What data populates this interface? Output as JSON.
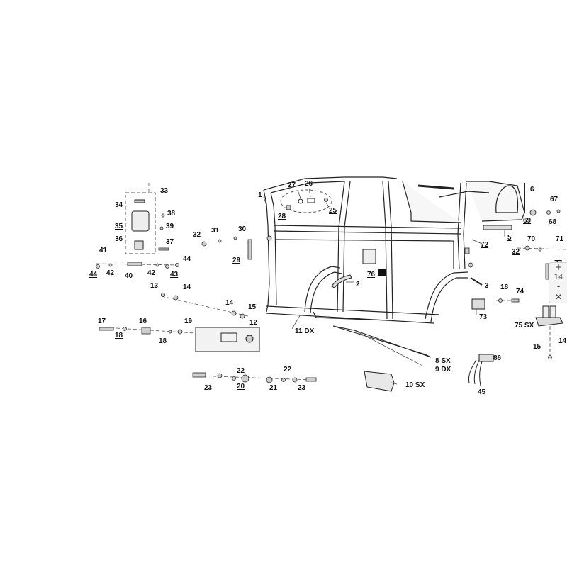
{
  "callouts": [
    {
      "id": "c1",
      "text": "1"
    },
    {
      "id": "c2",
      "text": "2"
    },
    {
      "id": "c3",
      "text": "3"
    },
    {
      "id": "c5",
      "text": "5"
    },
    {
      "id": "c6",
      "text": "6"
    },
    {
      "id": "c8",
      "text": "8 SX"
    },
    {
      "id": "c9",
      "text": "9 DX"
    },
    {
      "id": "c10",
      "text": "10 SX"
    },
    {
      "id": "c11",
      "text": "11 DX"
    },
    {
      "id": "c12",
      "text": "12"
    },
    {
      "id": "c13",
      "text": "13"
    },
    {
      "id": "c14a",
      "text": "14"
    },
    {
      "id": "c14b",
      "text": "14"
    },
    {
      "id": "c14c",
      "text": "14"
    },
    {
      "id": "c15a",
      "text": "15"
    },
    {
      "id": "c15b",
      "text": "15"
    },
    {
      "id": "c16",
      "text": "16"
    },
    {
      "id": "c17",
      "text": "17"
    },
    {
      "id": "c18a",
      "text": "18"
    },
    {
      "id": "c18b",
      "text": "18"
    },
    {
      "id": "c18c",
      "text": "18"
    },
    {
      "id": "c19",
      "text": "19"
    },
    {
      "id": "c20",
      "text": "20"
    },
    {
      "id": "c21",
      "text": "21"
    },
    {
      "id": "c22a",
      "text": "22"
    },
    {
      "id": "c22b",
      "text": "22"
    },
    {
      "id": "c23a",
      "text": "23"
    },
    {
      "id": "c23b",
      "text": "23"
    },
    {
      "id": "c25",
      "text": "25"
    },
    {
      "id": "c26",
      "text": "26"
    },
    {
      "id": "c27",
      "text": "27"
    },
    {
      "id": "c28",
      "text": "28"
    },
    {
      "id": "c29",
      "text": "29"
    },
    {
      "id": "c30",
      "text": "30"
    },
    {
      "id": "c31",
      "text": "31"
    },
    {
      "id": "c32a",
      "text": "32"
    },
    {
      "id": "c32b",
      "text": "32"
    },
    {
      "id": "c33",
      "text": "33"
    },
    {
      "id": "c34",
      "text": "34"
    },
    {
      "id": "c35",
      "text": "35"
    },
    {
      "id": "c36",
      "text": "36"
    },
    {
      "id": "c37",
      "text": "37"
    },
    {
      "id": "c38",
      "text": "38"
    },
    {
      "id": "c39",
      "text": "39"
    },
    {
      "id": "c40",
      "text": "40"
    },
    {
      "id": "c41",
      "text": "41"
    },
    {
      "id": "c42a",
      "text": "42"
    },
    {
      "id": "c42b",
      "text": "42"
    },
    {
      "id": "c43",
      "text": "43"
    },
    {
      "id": "c44a",
      "text": "44"
    },
    {
      "id": "c44b",
      "text": "44"
    },
    {
      "id": "c45",
      "text": "45"
    },
    {
      "id": "c67",
      "text": "67"
    },
    {
      "id": "c68",
      "text": "68"
    },
    {
      "id": "c69",
      "text": "69"
    },
    {
      "id": "c70",
      "text": "70"
    },
    {
      "id": "c71",
      "text": "71"
    },
    {
      "id": "c72",
      "text": "72"
    },
    {
      "id": "c73",
      "text": "73"
    },
    {
      "id": "c74",
      "text": "74"
    },
    {
      "id": "c75",
      "text": "75 SX"
    },
    {
      "id": "c76",
      "text": "76"
    },
    {
      "id": "c77",
      "text": "77"
    },
    {
      "id": "c86",
      "text": "86"
    }
  ],
  "zoom": {
    "in_label": "+",
    "level": "14",
    "out_label": "-",
    "reset_icon": "reset-icon"
  },
  "colors": {
    "line": "#222222",
    "dash": "#555555",
    "part": "#e6e6e6"
  }
}
